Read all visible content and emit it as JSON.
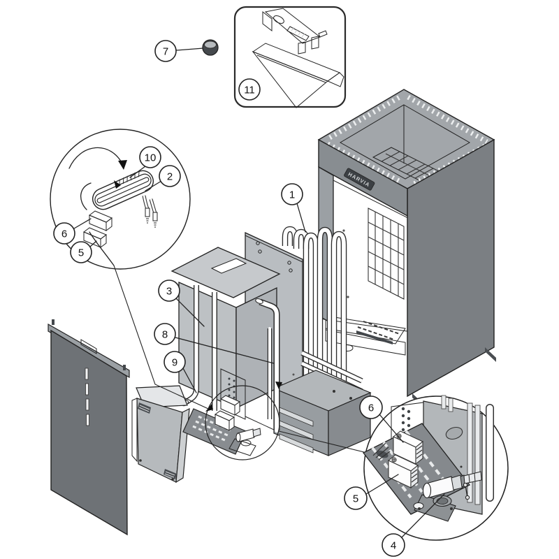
{
  "brand": {
    "logo_text": "HARVIA"
  },
  "callouts": {
    "c1": "1",
    "c2": "2",
    "c3": "3",
    "c4": "4",
    "c5_left": "5",
    "c5_right": "5",
    "c6_left": "6",
    "c6_right": "6",
    "c7": "7",
    "c8": "8",
    "c9": "9",
    "c10": "10",
    "c11": "11"
  },
  "parts_semantics": {
    "c1": "heating-elements",
    "c2": "heating-element-single",
    "c3": "water-tank",
    "c4": "drain-valve",
    "c5_left": "connector-block",
    "c6_left": "connector-block",
    "c5_right": "terminal-block",
    "c6_right": "terminal-block",
    "c7": "knob",
    "c8": "pipe",
    "c9": "elbow-pipe",
    "c10": "element-coil",
    "c11": "deflector-plates"
  },
  "colors": {
    "line": "#222222",
    "panel_dark": "#6e7276",
    "panel_mid": "#9aa0a5",
    "panel_light": "#c6c9cb",
    "badge_bg": "#3c4044",
    "badge_text": "#cfd2d4",
    "white": "#ffffff"
  }
}
